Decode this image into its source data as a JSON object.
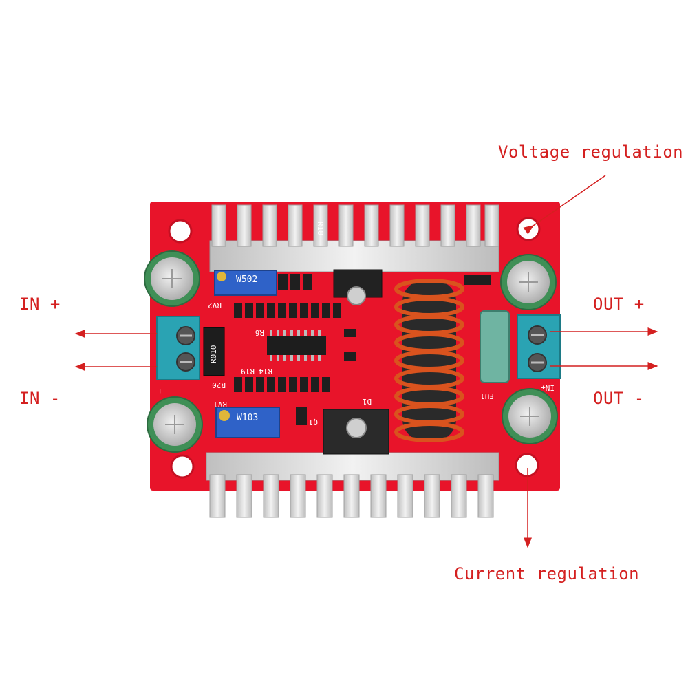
{
  "colors": {
    "pcb": "#e8142a",
    "pcb_dark": "#b80f20",
    "annotation": "#d42020",
    "heatsink": "#d9d9d9",
    "terminal": "#2aa3b3",
    "copper": "#d9531e",
    "capacitor": "#3f8f56",
    "trimmer": "#2f62c8"
  },
  "annotations": {
    "voltage_regulation": "Voltage regulation",
    "current_regulation": "Current regulation",
    "in_plus": "IN +",
    "in_minus": "IN -",
    "out_plus": "OUT +",
    "out_minus": "OUT -"
  },
  "board_silkscreen": {
    "trimmer_top": "W502",
    "trimmer_bottom": "W103",
    "shunt": "R010",
    "rv2": "RV2",
    "rv1": "RV1",
    "r18": "R18",
    "r6": "R6",
    "r14": "R14",
    "r19": "R19",
    "r20": "R20",
    "q1": "Q1",
    "d1": "D1",
    "fu1": "FU1",
    "in_plus_mark": "+",
    "out_in_mark": "IN+"
  },
  "icons": {
    "arrow": "arrow-icon",
    "screw": "screw-icon"
  }
}
